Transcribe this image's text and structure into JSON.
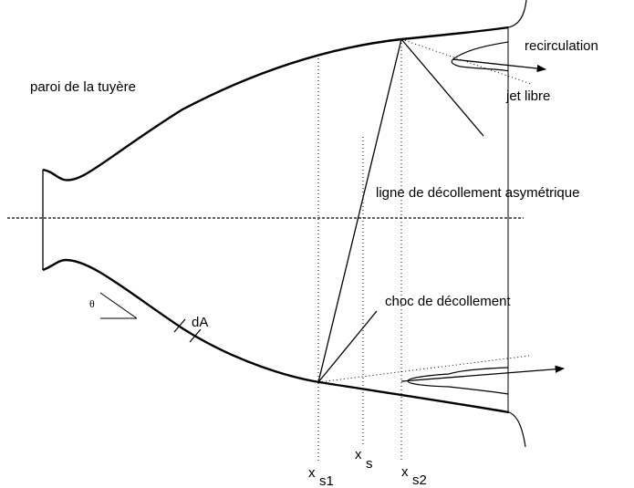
{
  "labels": {
    "wall": "paroi de la tuyère",
    "recirculation": "recirculation",
    "free_jet": "jet libre",
    "asym_line": "ligne de décollement asymétrique",
    "shock": "choc de décollement",
    "theta": "θ",
    "dA": "dA",
    "xs1_main": "x",
    "xs1_sub": "s1",
    "xs_main": "x",
    "xs_sub": "s",
    "xs2_main": "x",
    "xs2_sub": "s2"
  },
  "colors": {
    "stroke": "#000000",
    "background": "#ffffff"
  }
}
